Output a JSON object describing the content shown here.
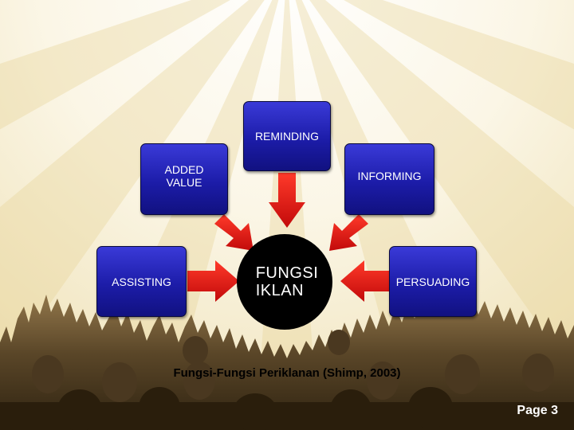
{
  "diagram": {
    "center_label": "FUNGSI\nIKLAN",
    "nodes": {
      "reminding": "REMINDING",
      "added_value": "ADDED\nVALUE",
      "informing": "INFORMING",
      "assisting": "ASSISTING",
      "persuading": "PERSUADING"
    },
    "box_color": "#1c1ca8",
    "arrow_color": "#e01010"
  },
  "caption": "Fungsi-Fungsi Periklanan (Shimp, 2003)",
  "footer": {
    "page_label": "Page 3"
  }
}
